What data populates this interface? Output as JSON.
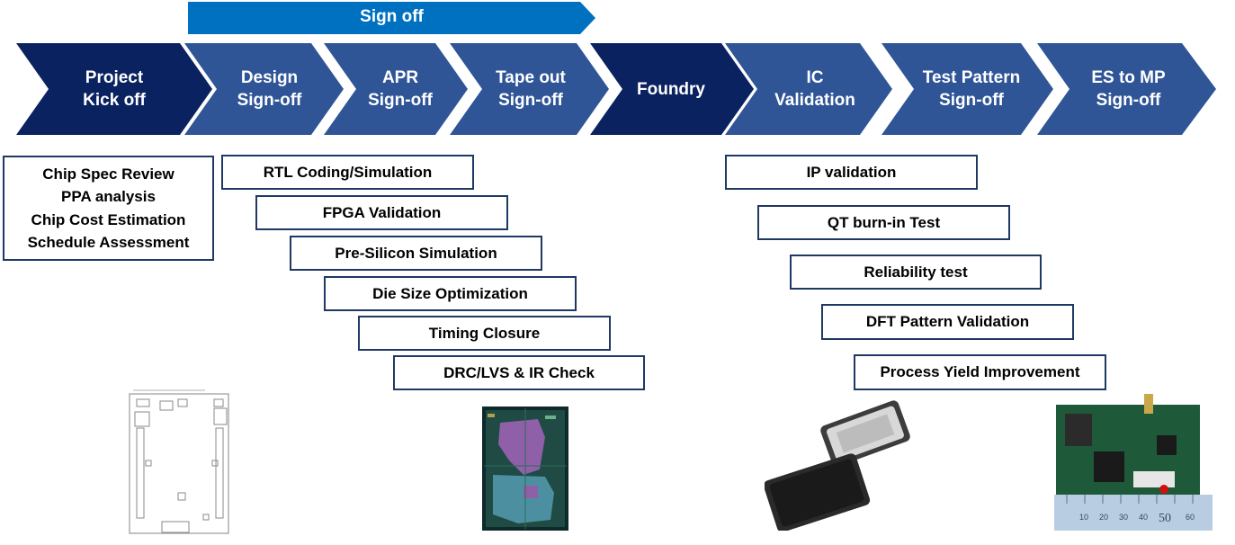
{
  "banner": {
    "label": "Sign off"
  },
  "stages": [
    {
      "line1": "Project",
      "line2": "Kick off"
    },
    {
      "line1": "Design",
      "line2": "Sign-off"
    },
    {
      "line1": "APR",
      "line2": "Sign-off"
    },
    {
      "line1": "Tape out",
      "line2": "Sign-off"
    },
    {
      "line1": "Foundry",
      "line2": ""
    },
    {
      "line1": "IC",
      "line2": "Validation"
    },
    {
      "line1": "Test Pattern",
      "line2": "Sign-off"
    },
    {
      "line1": "ES to MP",
      "line2": "Sign-off"
    }
  ],
  "planning_box": {
    "items": [
      "Chip Spec Review",
      "PPA analysis",
      "Chip Cost Estimation",
      "Schedule Assessment"
    ]
  },
  "design_tasks": [
    "RTL Coding/Simulation",
    "FPGA Validation",
    "Pre-Silicon Simulation",
    "Die Size Optimization",
    "Timing Closure",
    "DRC/LVS & IR Check"
  ],
  "validation_tasks": [
    "IP validation",
    "QT burn-in Test",
    "Reliability test",
    "DFT Pattern Validation",
    "Process Yield Improvement"
  ],
  "ruler": {
    "labels": [
      "10",
      "20",
      "30",
      "40",
      "50",
      "60"
    ]
  },
  "colors": {
    "dark_navy": "#0a2260",
    "mid_blue": "#2f5597",
    "banner_blue": "#0070c0",
    "box_border": "#1f3864"
  }
}
